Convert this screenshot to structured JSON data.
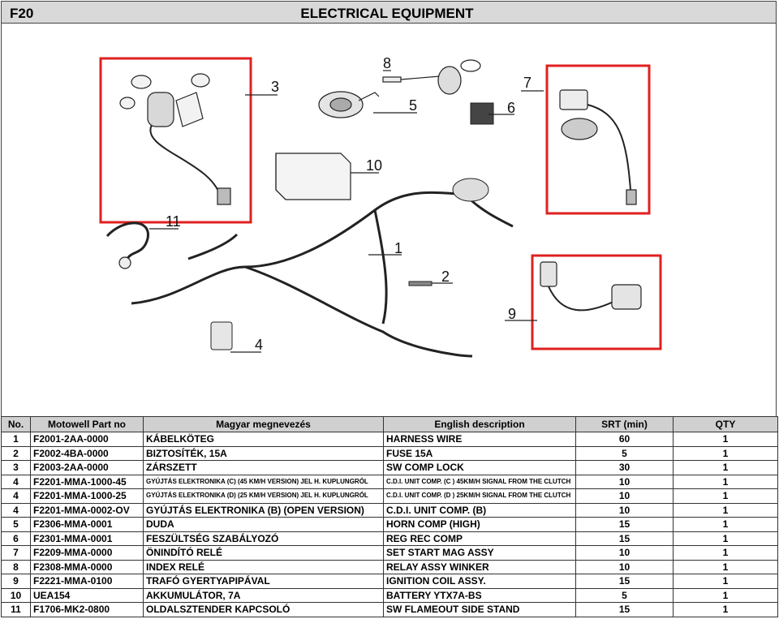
{
  "header": {
    "code": "F20",
    "title": "ELECTRICAL EQUIPMENT"
  },
  "callouts": [
    "1",
    "2",
    "3",
    "4",
    "5",
    "6",
    "7",
    "8",
    "9",
    "10",
    "11"
  ],
  "colors": {
    "highlight": "#e02020",
    "header_bg": "#d0d0d0",
    "title_bg": "#d9d9d9"
  },
  "table": {
    "columns": [
      "No.",
      "Motowell Part no",
      "Magyar megnevezés",
      "English description",
      "SRT (min)",
      "QTY"
    ],
    "rows": [
      {
        "no": "1",
        "part": "F2001-2AA-0000",
        "hu": "KÁBELKÖTEG",
        "en": "HARNESS WIRE",
        "srt": "60",
        "qty": "1",
        "small": false
      },
      {
        "no": "2",
        "part": "F2002-4BA-0000",
        "hu": "BIZTOSÍTÉK, 15A",
        "en": "FUSE  15A",
        "srt": "5",
        "qty": "1",
        "small": false
      },
      {
        "no": "3",
        "part": "F2003-2AA-0000",
        "hu": "ZÁRSZETT",
        "en": "SW COMP LOCK",
        "srt": "30",
        "qty": "1",
        "small": false
      },
      {
        "no": "4",
        "part": "F2201-MMA-1000-45",
        "hu": "GYÚJTÁS ELEKTRONIKA (C) (45 KM/H VERSION) JEL H. KUPLUNGRÓL",
        "en": "C.D.I. UNIT COMP. (C ) 45KM/H SIGNAL FROM THE CLUTCH",
        "srt": "10",
        "qty": "1",
        "small": true
      },
      {
        "no": "4",
        "part": "F2201-MMA-1000-25",
        "hu": "GYÚJTÁS ELEKTRONIKA (D) (25 KM/H VERSION) JEL H. KUPLUNGRÓL",
        "en": "C.D.I. UNIT COMP. (D ) 25KM/H SIGNAL FROM THE CLUTCH",
        "srt": "10",
        "qty": "1",
        "small": true
      },
      {
        "no": "4",
        "part": "F2201-MMA-0002-OV",
        "hu": "GYÚJTÁS ELEKTRONIKA (B) (OPEN VERSION)",
        "en": "C.D.I. UNIT COMP. (B)",
        "srt": "10",
        "qty": "1",
        "small": false
      },
      {
        "no": "5",
        "part": "F2306-MMA-0001",
        "hu": "DUDA",
        "en": "HORN COMP (HIGH)",
        "srt": "15",
        "qty": "1",
        "small": false
      },
      {
        "no": "6",
        "part": "F2301-MMA-0001",
        "hu": "FESZÜLTSÉG SZABÁLYOZÓ",
        "en": "REG REC COMP",
        "srt": "15",
        "qty": "1",
        "small": false
      },
      {
        "no": "7",
        "part": "F2209-MMA-0000",
        "hu": "ÖNINDÍTÓ RELÉ",
        "en": "SET START MAG ASSY",
        "srt": "10",
        "qty": "1",
        "small": false
      },
      {
        "no": "8",
        "part": "F2308-MMA-0000",
        "hu": "INDEX RELÉ",
        "en": "RELAY ASSY WINKER",
        "srt": "10",
        "qty": "1",
        "small": false
      },
      {
        "no": "9",
        "part": "F2221-MMA-0100",
        "hu": "TRAFÓ GYERTYAPIPÁVAL",
        "en": "IGNITION COIL ASSY.",
        "srt": "15",
        "qty": "1",
        "small": false
      },
      {
        "no": "10",
        "part": "UEA154",
        "hu": "AKKUMULÁTOR, 7A",
        "en": "BATTERY YTX7A-BS",
        "srt": "5",
        "qty": "1",
        "small": false
      },
      {
        "no": "11",
        "part": "F1706-MK2-0800",
        "hu": "OLDALSZTENDER KAPCSOLÓ",
        "en": "SW FLAMEOUT SIDE STAND",
        "srt": "15",
        "qty": "1",
        "small": false
      }
    ]
  }
}
